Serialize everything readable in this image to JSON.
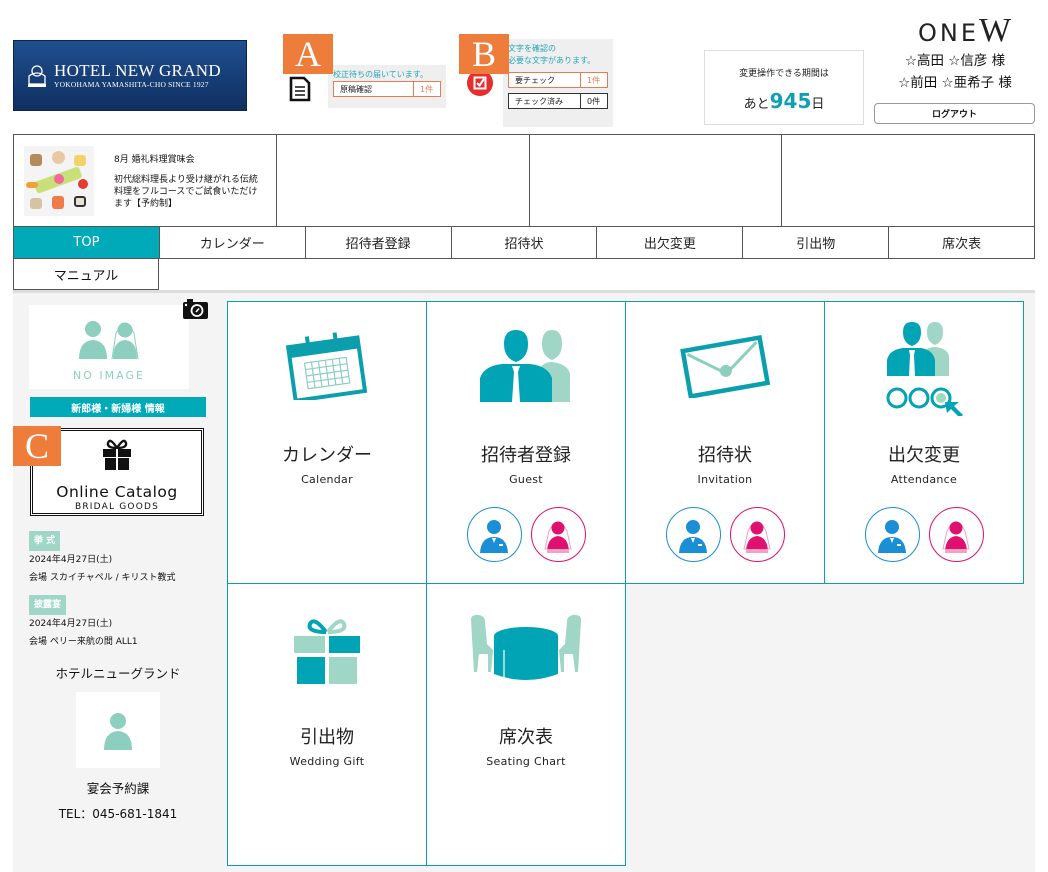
{
  "header": {
    "hotel_logo": {
      "name": "HOTEL NEW GRAND",
      "tagline": "YOKOHAMA YAMASHITA-CHO SINCE 1927"
    },
    "markers": {
      "a": "A",
      "b": "B",
      "c": "C"
    },
    "tooltip_a": {
      "message": "校正待ちの届いています。",
      "pill_label": "原稿確認",
      "pill_count": "1件"
    },
    "tooltip_b": {
      "line1": "文字を確認の",
      "line2": "必要な文字があります。",
      "pill1_label": "要チェック",
      "pill1_count": "1件",
      "pill2_label": "チェック済み",
      "pill2_count": "0件"
    },
    "period": {
      "label": "変更操作できる期間は",
      "prefix": "あと",
      "days": "945",
      "suffix": "日"
    },
    "brand": {
      "text": "ONE",
      "w": "W"
    },
    "names": [
      "☆高田 ☆信彦 様",
      "☆前田 ☆亜希子 様"
    ],
    "logout_label": "ログアウト"
  },
  "promo": {
    "title": "8月 婚礼料理賞味会",
    "description": "初代総料理長より受け継がれる伝統料理をフルコースでご試食いただけます【予約制】"
  },
  "nav": {
    "tabs": [
      {
        "label": "TOP",
        "active": true
      },
      {
        "label": "カレンダー"
      },
      {
        "label": "招待者登録"
      },
      {
        "label": "招待状"
      },
      {
        "label": "出欠変更"
      },
      {
        "label": "引出物"
      },
      {
        "label": "席次表"
      }
    ],
    "second_row": [
      {
        "label": "マニュアル"
      }
    ]
  },
  "sidebar": {
    "no_image": "NO IMAGE",
    "couple_info_button": "新郎様・新婦様 情報",
    "catalog": {
      "title": "Online Catalog",
      "subtitle": "BRIDAL GOODS"
    },
    "ceremony": {
      "badge": "挙 式",
      "date": "2024年4月27日(土)",
      "venue": "会場 スカイチャペル / キリスト教式"
    },
    "reception": {
      "badge": "披露宴",
      "date": "2024年4月27日(土)",
      "venue": "会場 ペリー来航の間 ALL1"
    },
    "contact": {
      "hotel": "ホテルニューグランド",
      "department": "宴会予約課",
      "tel": "TEL：045-681-1841"
    }
  },
  "menu": [
    {
      "jp": "カレンダー",
      "en": "Calendar",
      "icon": "calendar-icon",
      "roles": false
    },
    {
      "jp": "招待者登録",
      "en": "Guest",
      "icon": "guests-icon",
      "roles": true
    },
    {
      "jp": "招待状",
      "en": "Invitation",
      "icon": "envelope-icon",
      "roles": true
    },
    {
      "jp": "出欠変更",
      "en": "Attendance",
      "icon": "attendance-icon",
      "roles": true
    },
    {
      "jp": "引出物",
      "en": "Wedding Gift",
      "icon": "gift-icon",
      "roles": false
    },
    {
      "jp": "席次表",
      "en": "Seating Chart",
      "icon": "seating-icon",
      "roles": false
    }
  ],
  "colors": {
    "accent": "#00aab9",
    "mint": "#9fd6c6",
    "groom": "#1a8fd6",
    "bride": "#e0116e",
    "marker": "#ee7d3c"
  }
}
